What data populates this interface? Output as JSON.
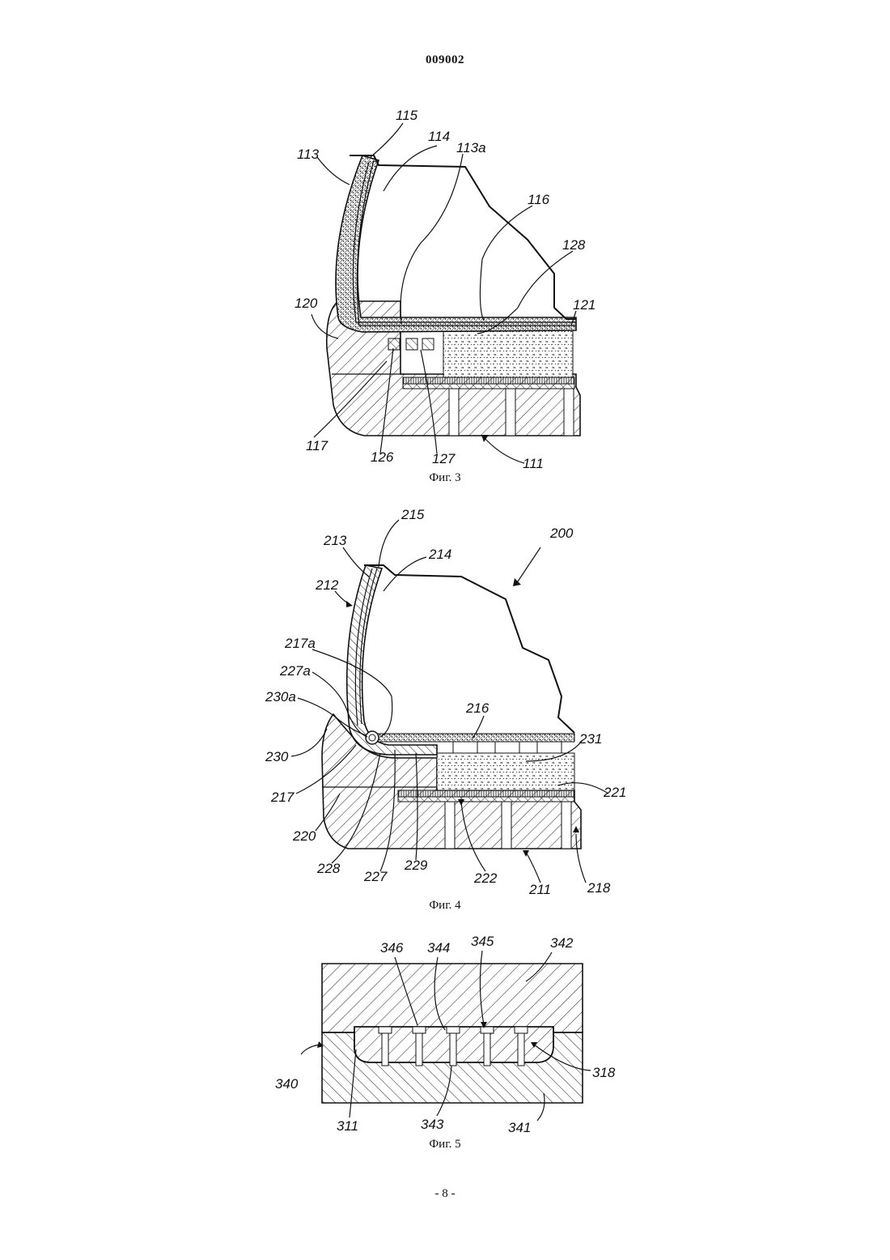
{
  "header": {
    "doc_number": "009002"
  },
  "footer": {
    "page_number": "- 8 -"
  },
  "figures": [
    {
      "id": "fig3",
      "caption": "Фиг. 3",
      "labels": [
        "115",
        "114",
        "113a",
        "113",
        "116",
        "128",
        "120",
        "121",
        "117",
        "126",
        "127",
        "111"
      ]
    },
    {
      "id": "fig4",
      "caption": "Фиг. 4",
      "labels": [
        "215",
        "213",
        "214",
        "200",
        "212",
        "217a",
        "227a",
        "230a",
        "216",
        "230",
        "231",
        "221",
        "217",
        "220",
        "228",
        "227",
        "229",
        "222",
        "211",
        "218"
      ]
    },
    {
      "id": "fig5",
      "caption": "Фиг. 5",
      "labels": [
        "346",
        "344",
        "345",
        "342",
        "340",
        "318",
        "311",
        "343",
        "341"
      ]
    }
  ]
}
